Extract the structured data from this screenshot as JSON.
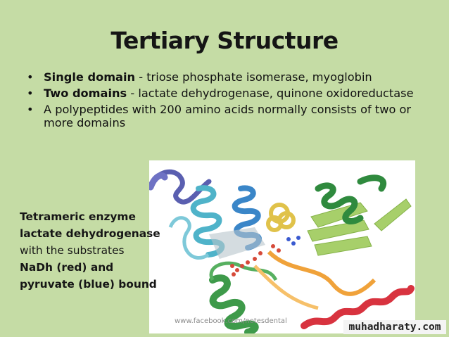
{
  "slide": {
    "title": "Tertiary Structure",
    "bullet_symbol": "•",
    "bullets": [
      {
        "bold": "Single domain",
        "text": " - triose phosphate isomerase, myoglobin"
      },
      {
        "bold": "Two domains",
        "text": " - lactate dehydrogenase, quinone oxidoreductase"
      },
      {
        "bold": "",
        "text": "A polypeptides with 200 amino acids normally consists of two or more domains"
      }
    ],
    "caption": {
      "line1": "Tetrameric enzyme",
      "line2": "lactate dehydrogenase",
      "line3": "with the substrates",
      "line4": "NaDh (red) and",
      "line5": "pyruvate (blue) bound"
    },
    "watermark": "www.facebook.com/notesdental",
    "brand": "muhadharaty.com"
  },
  "colors": {
    "background": "#c5dca5",
    "helix_blue": "#3a86c8",
    "helix_cyan": "#4fb3c9",
    "helix_green": "#3e9a4a",
    "sheet_lightgreen": "#a7cf6a",
    "strand_orange": "#f0a23a",
    "helix_red": "#d8333f",
    "coil_purple": "#5a5fb0",
    "substrate_red": "#d64a3a",
    "substrate_blue": "#3a5ad0"
  }
}
